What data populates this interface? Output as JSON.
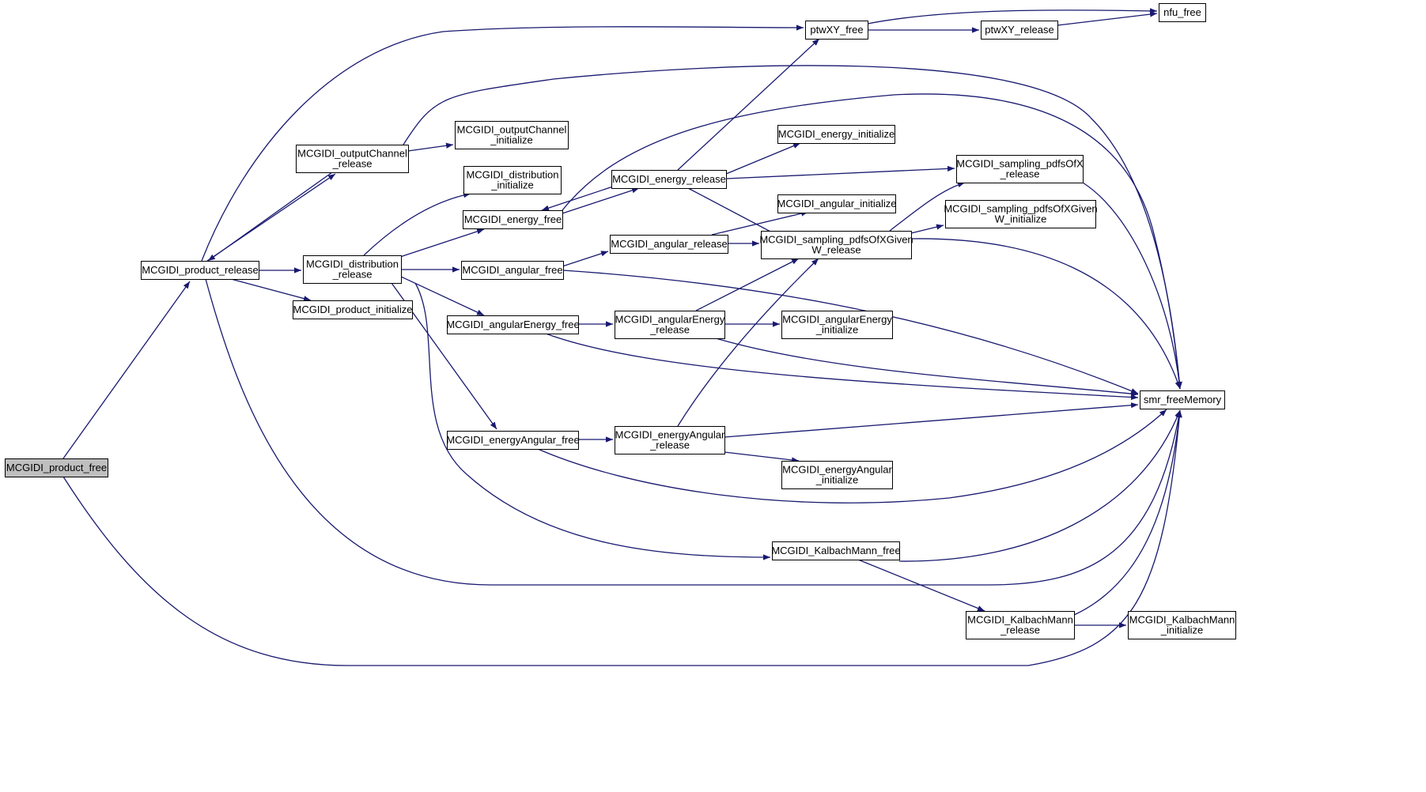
{
  "graph": {
    "colors": {
      "edge": "#191970",
      "node_fill": "#ffffff",
      "node_stroke": "#000000",
      "highlight_fill": "#bfbfbf"
    },
    "nodes": [
      {
        "id": "product_free",
        "lines": [
          "MCGIDI_product_free"
        ],
        "highlight": true
      },
      {
        "id": "product_release",
        "lines": [
          "MCGIDI_product_release"
        ]
      },
      {
        "id": "outputChannel_release",
        "lines": [
          "MCGIDI_outputChannel",
          "_release"
        ]
      },
      {
        "id": "outputChannel_initialize",
        "lines": [
          "MCGIDI_outputChannel",
          "_initialize"
        ]
      },
      {
        "id": "distribution_release",
        "lines": [
          "MCGIDI_distribution",
          "_release"
        ]
      },
      {
        "id": "product_initialize",
        "lines": [
          "MCGIDI_product_initialize"
        ]
      },
      {
        "id": "distribution_initialize",
        "lines": [
          "MCGIDI_distribution",
          "_initialize"
        ]
      },
      {
        "id": "energy_free",
        "lines": [
          "MCGIDI_energy_free"
        ]
      },
      {
        "id": "angular_free",
        "lines": [
          "MCGIDI_angular_free"
        ]
      },
      {
        "id": "angularEnergy_free",
        "lines": [
          "MCGIDI_angularEnergy_free"
        ]
      },
      {
        "id": "energyAngular_free",
        "lines": [
          "MCGIDI_energyAngular_free"
        ]
      },
      {
        "id": "energy_release",
        "lines": [
          "MCGIDI_energy_release"
        ]
      },
      {
        "id": "angular_release",
        "lines": [
          "MCGIDI_angular_release"
        ]
      },
      {
        "id": "angularEnergy_release",
        "lines": [
          "MCGIDI_angularEnergy",
          "_release"
        ]
      },
      {
        "id": "energyAngular_release",
        "lines": [
          "MCGIDI_energyAngular",
          "_release"
        ]
      },
      {
        "id": "ptwXY_free",
        "lines": [
          "ptwXY_free"
        ]
      },
      {
        "id": "ptwXY_release",
        "lines": [
          "ptwXY_release"
        ]
      },
      {
        "id": "nfu_free",
        "lines": [
          "nfu_free"
        ]
      },
      {
        "id": "energy_initialize",
        "lines": [
          "MCGIDI_energy_initialize"
        ]
      },
      {
        "id": "angular_initialize",
        "lines": [
          "MCGIDI_angular_initialize"
        ]
      },
      {
        "id": "sampling_pdfsOfXGivenW_release",
        "lines": [
          "MCGIDI_sampling_pdfsOfXGiven",
          "W_release"
        ]
      },
      {
        "id": "sampling_pdfsOfX_release",
        "lines": [
          "MCGIDI_sampling_pdfsOfX",
          "_release"
        ]
      },
      {
        "id": "sampling_pdfsOfXGivenW_initialize",
        "lines": [
          "MCGIDI_sampling_pdfsOfXGiven",
          "W_initialize"
        ]
      },
      {
        "id": "angularEnergy_initialize",
        "lines": [
          "MCGIDI_angularEnergy",
          "_initialize"
        ]
      },
      {
        "id": "energyAngular_initialize",
        "lines": [
          "MCGIDI_energyAngular",
          "_initialize"
        ]
      },
      {
        "id": "KalbachMann_free",
        "lines": [
          "MCGIDI_KalbachMann_free"
        ]
      },
      {
        "id": "KalbachMann_release",
        "lines": [
          "MCGIDI_KalbachMann",
          "_release"
        ]
      },
      {
        "id": "KalbachMann_initialize",
        "lines": [
          "MCGIDI_KalbachMann",
          "_initialize"
        ]
      },
      {
        "id": "smr_freeMemory",
        "lines": [
          "smr_freeMemory"
        ]
      }
    ],
    "edges": [
      [
        "product_free",
        "product_release"
      ],
      [
        "product_free",
        "smr_freeMemory"
      ],
      [
        "product_release",
        "ptwXY_free"
      ],
      [
        "product_release",
        "outputChannel_release"
      ],
      [
        "product_release",
        "distribution_release"
      ],
      [
        "product_release",
        "product_initialize"
      ],
      [
        "product_release",
        "smr_freeMemory"
      ],
      [
        "outputChannel_release",
        "product_release"
      ],
      [
        "outputChannel_release",
        "outputChannel_initialize"
      ],
      [
        "outputChannel_release",
        "smr_freeMemory"
      ],
      [
        "distribution_release",
        "distribution_initialize"
      ],
      [
        "distribution_release",
        "energy_free"
      ],
      [
        "distribution_release",
        "angular_free"
      ],
      [
        "distribution_release",
        "angularEnergy_free"
      ],
      [
        "distribution_release",
        "energyAngular_free"
      ],
      [
        "distribution_release",
        "KalbachMann_free"
      ],
      [
        "energy_free",
        "energy_release"
      ],
      [
        "energy_free",
        "smr_freeMemory"
      ],
      [
        "energy_release",
        "energy_free"
      ],
      [
        "energy_release",
        "ptwXY_free"
      ],
      [
        "energy_release",
        "energy_initialize"
      ],
      [
        "energy_release",
        "sampling_pdfsOfX_release"
      ],
      [
        "energy_release",
        "sampling_pdfsOfXGivenW_release"
      ],
      [
        "angular_free",
        "angular_release"
      ],
      [
        "angular_free",
        "smr_freeMemory"
      ],
      [
        "angular_release",
        "angular_initialize"
      ],
      [
        "angular_release",
        "sampling_pdfsOfXGivenW_release"
      ],
      [
        "angularEnergy_free",
        "angularEnergy_release"
      ],
      [
        "angularEnergy_free",
        "smr_freeMemory"
      ],
      [
        "angularEnergy_release",
        "sampling_pdfsOfXGivenW_release"
      ],
      [
        "angularEnergy_release",
        "angularEnergy_initialize"
      ],
      [
        "angularEnergy_release",
        "smr_freeMemory"
      ],
      [
        "energyAngular_free",
        "energyAngular_release"
      ],
      [
        "energyAngular_free",
        "smr_freeMemory"
      ],
      [
        "energyAngular_release",
        "sampling_pdfsOfXGivenW_release"
      ],
      [
        "energyAngular_release",
        "smr_freeMemory"
      ],
      [
        "energyAngular_release",
        "energyAngular_initialize"
      ],
      [
        "ptwXY_free",
        "nfu_free"
      ],
      [
        "ptwXY_free",
        "ptwXY_release"
      ],
      [
        "ptwXY_release",
        "nfu_free"
      ],
      [
        "sampling_pdfsOfXGivenW_release",
        "sampling_pdfsOfX_release"
      ],
      [
        "sampling_pdfsOfXGivenW_release",
        "sampling_pdfsOfXGivenW_initialize"
      ],
      [
        "sampling_pdfsOfXGivenW_release",
        "smr_freeMemory"
      ],
      [
        "sampling_pdfsOfX_release",
        "smr_freeMemory"
      ],
      [
        "KalbachMann_free",
        "KalbachMann_release"
      ],
      [
        "KalbachMann_free",
        "smr_freeMemory"
      ],
      [
        "KalbachMann_release",
        "KalbachMann_initialize"
      ],
      [
        "KalbachMann_release",
        "smr_freeMemory"
      ]
    ]
  }
}
